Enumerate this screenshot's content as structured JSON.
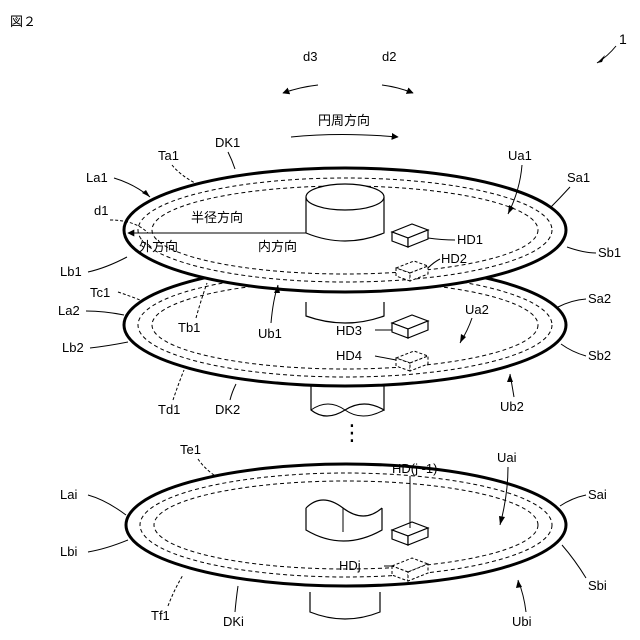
{
  "figure_label": "図２",
  "device_ref": "1",
  "directions": {
    "d3": "d3",
    "d2": "d2",
    "circumferential": "円周方向",
    "d1": "d1",
    "radial": "半径方向",
    "outward": "外方向",
    "inward": "内方向"
  },
  "disks": {
    "dk1": "DK1",
    "dk2": "DK2",
    "dki": "DKi"
  },
  "heads": {
    "hd1": "HD1",
    "hd2": "HD2",
    "hd3": "HD3",
    "hd4": "HD4",
    "hdj1": "HD(j -1)",
    "hdj": "HDj"
  },
  "labels": {
    "ta1": "Ta1",
    "la1": "La1",
    "lb1": "Lb1",
    "tc1": "Tc1",
    "la2": "La2",
    "lb2": "Lb2",
    "tb1": "Tb1",
    "ub1": "Ub1",
    "td1": "Td1",
    "te1": "Te1",
    "lai": "Lai",
    "lbi": "Lbi",
    "tf1": "Tf1",
    "ua1": "Ua1",
    "sa1": "Sa1",
    "sb1": "Sb1",
    "ua2": "Ua2",
    "sa2": "Sa2",
    "sb2": "Sb2",
    "ub2": "Ub2",
    "uai": "Uai",
    "sai": "Sai",
    "sbi": "Sbi",
    "ubi": "Ubi"
  },
  "ellipsis": "⋮"
}
